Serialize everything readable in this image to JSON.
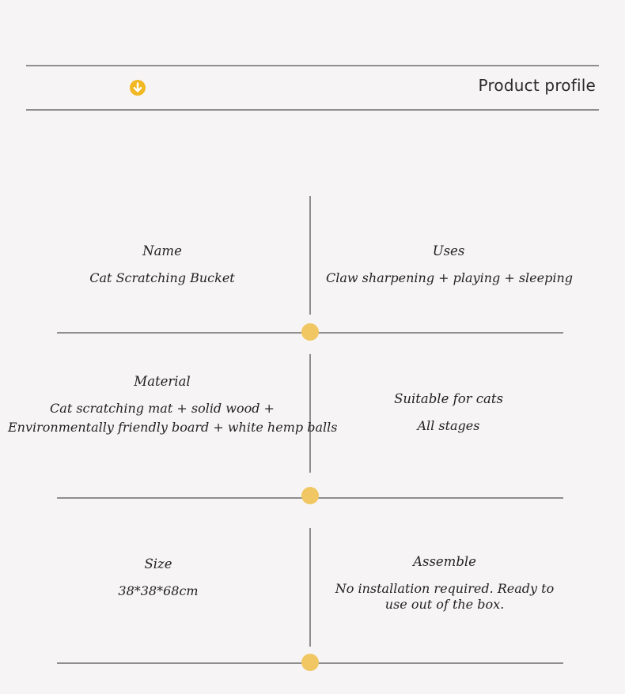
{
  "header": {
    "title": "Product profile",
    "accent_color": "#f2b824",
    "icon": "arrow-down-circle-icon"
  },
  "specs": {
    "name": {
      "label": "Name",
      "value": "Cat Scratching Bucket"
    },
    "uses": {
      "label": "Uses",
      "value": "Claw sharpening + playing + sleeping"
    },
    "material": {
      "label": "Material",
      "value_line1": "Cat scratching mat + solid wood +",
      "value_line2": "Environmentally friendly board + white hemp balls"
    },
    "suitable": {
      "label": "Suitable for cats",
      "value": "All stages"
    },
    "size": {
      "label": "Size",
      "value": "38*38*68cm"
    },
    "assemble": {
      "label": "Assemble",
      "value_line1": "No installation required. Ready to",
      "value_line2": "use out of the box."
    }
  },
  "colors": {
    "background": "#f6f4f4",
    "divider": "#8e8e8e",
    "dot": "#f1c763"
  }
}
